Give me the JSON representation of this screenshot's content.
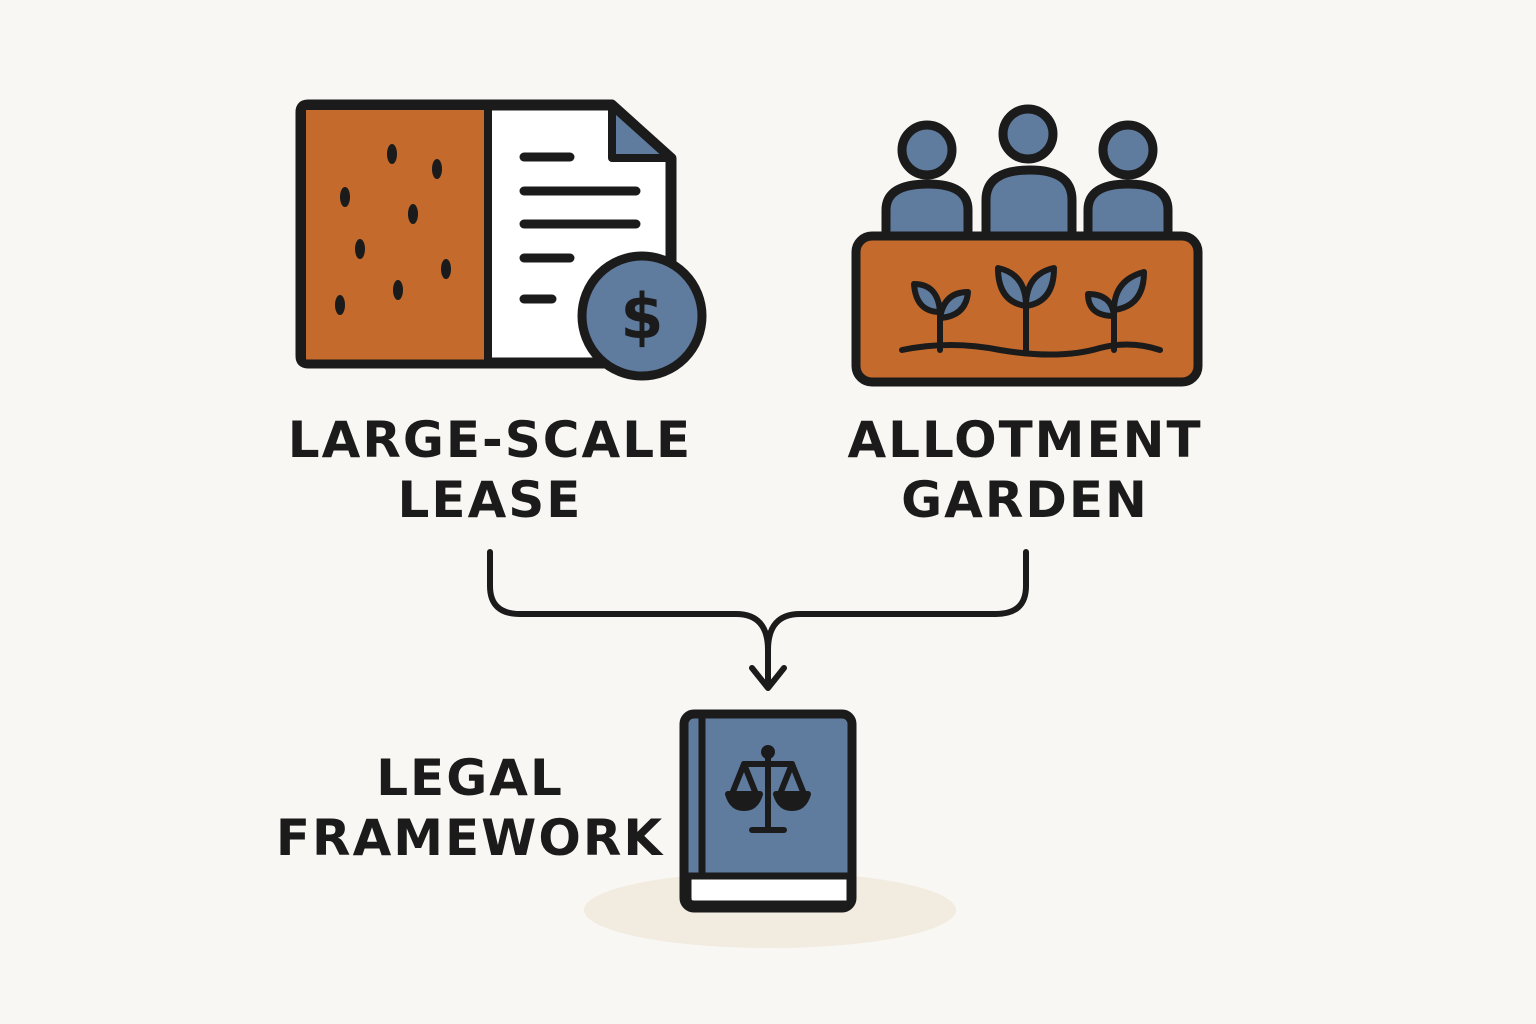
{
  "colors": {
    "background": "#f9f7f3",
    "soil": "#c46a2c",
    "slate_blue": "#5f7b9e",
    "outline": "#1b1b1b",
    "paper": "#ffffff",
    "shadow": "#f1ebe0"
  },
  "nodes": {
    "lease": {
      "icon": "land-lease-document-icon",
      "label_line1": "LARGE-SCALE",
      "label_line2": "LEASE"
    },
    "allotment": {
      "icon": "community-garden-icon",
      "label_line1": "ALLOTMENT",
      "label_line2": "GARDEN"
    },
    "legal": {
      "icon": "law-book-scales-icon",
      "label_line1": "LEGAL",
      "label_line2": "FRAMEWORK"
    }
  },
  "dollar_symbol": "$"
}
